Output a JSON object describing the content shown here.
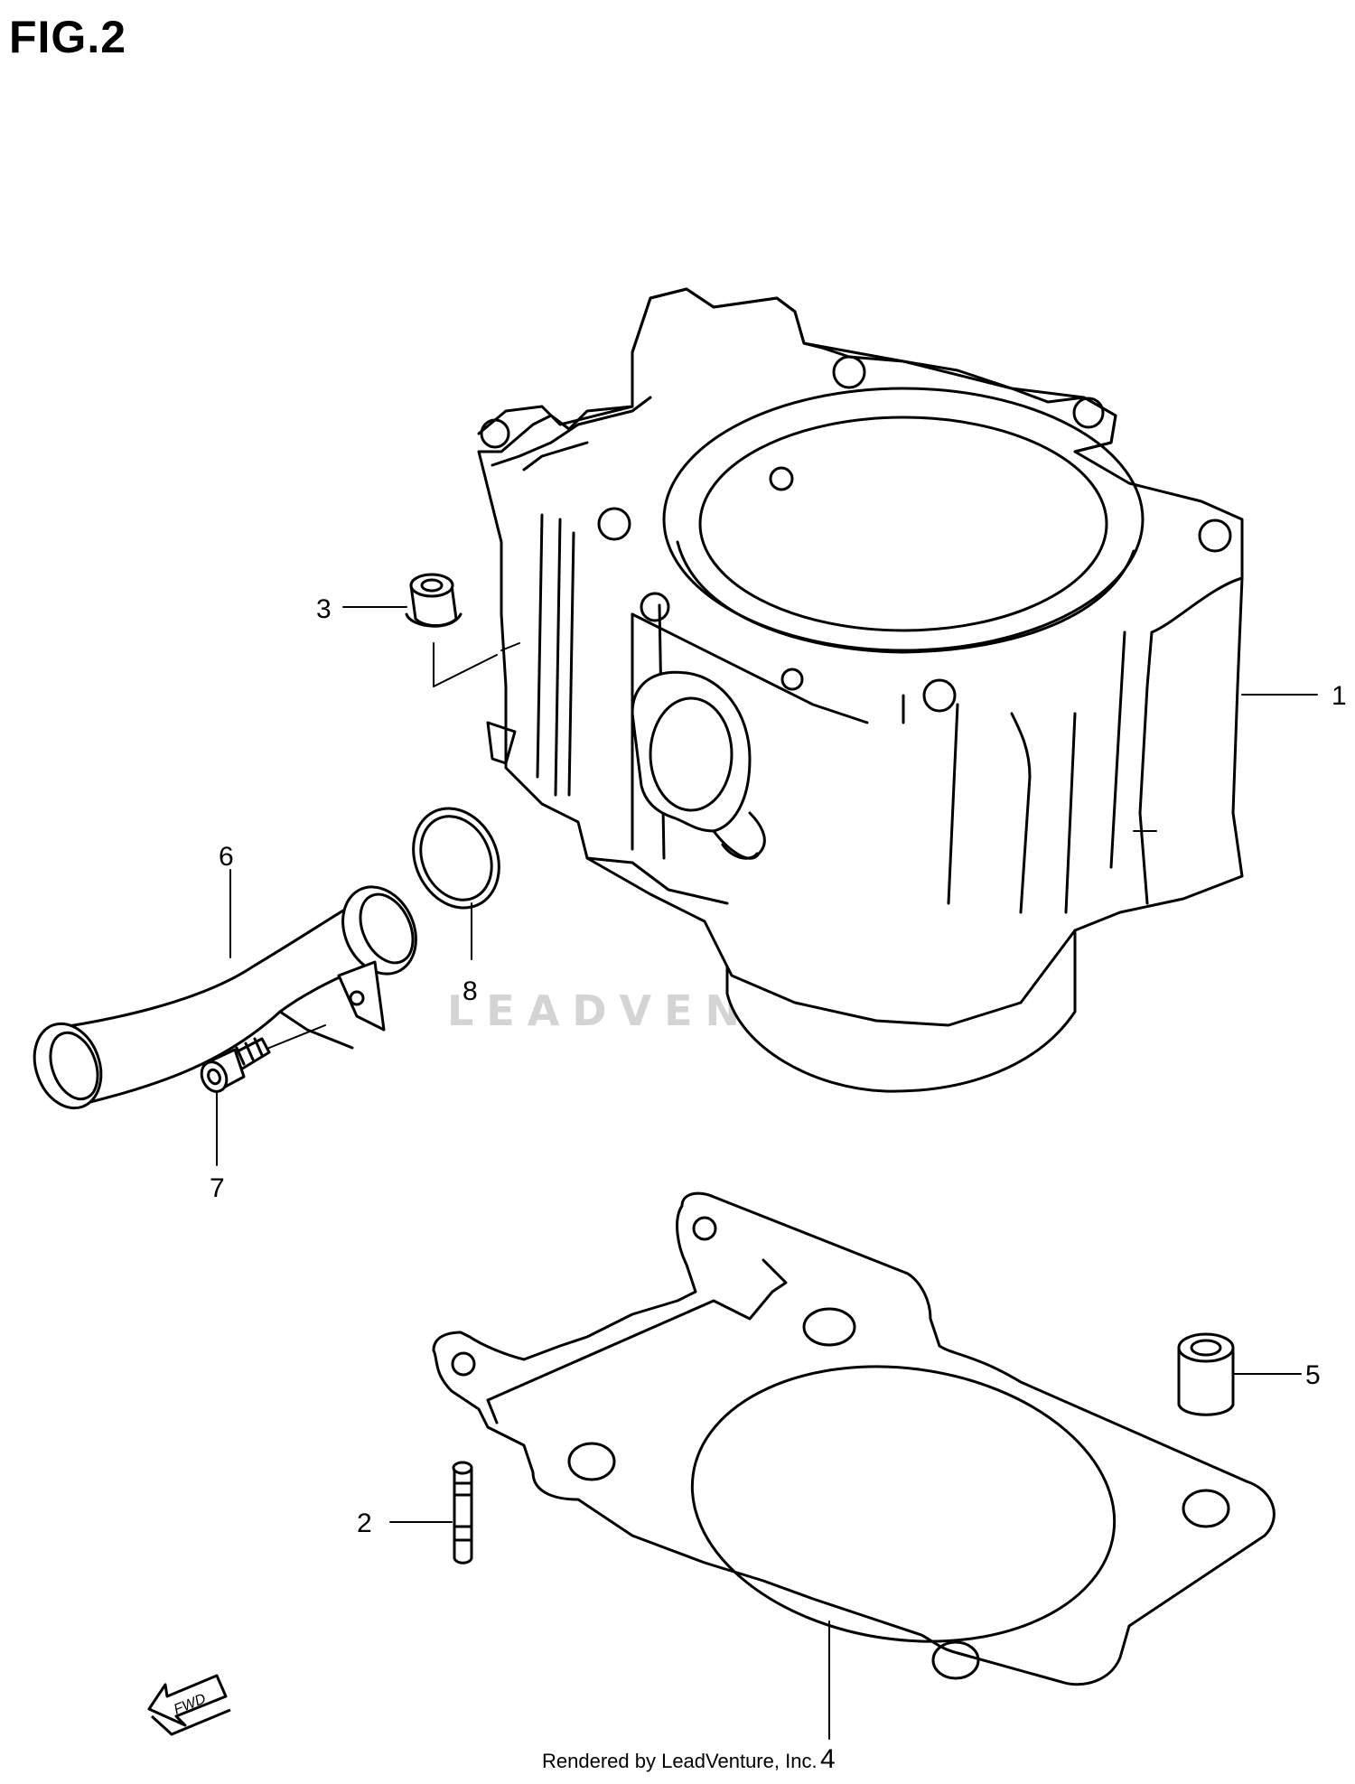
{
  "figure": {
    "title": "FIG.2"
  },
  "callouts": [
    {
      "id": "1",
      "label": "1"
    },
    {
      "id": "2",
      "label": "2"
    },
    {
      "id": "3",
      "label": "3"
    },
    {
      "id": "4",
      "label": "4"
    },
    {
      "id": "5",
      "label": "5"
    },
    {
      "id": "6",
      "label": "6"
    },
    {
      "id": "7",
      "label": "7"
    },
    {
      "id": "8",
      "label": "8"
    }
  ],
  "direction_arrow": {
    "label": "FWD"
  },
  "watermark": {
    "text": "LEADVENTURE"
  },
  "footer": {
    "text": "Rendered by LeadVenture, Inc."
  }
}
